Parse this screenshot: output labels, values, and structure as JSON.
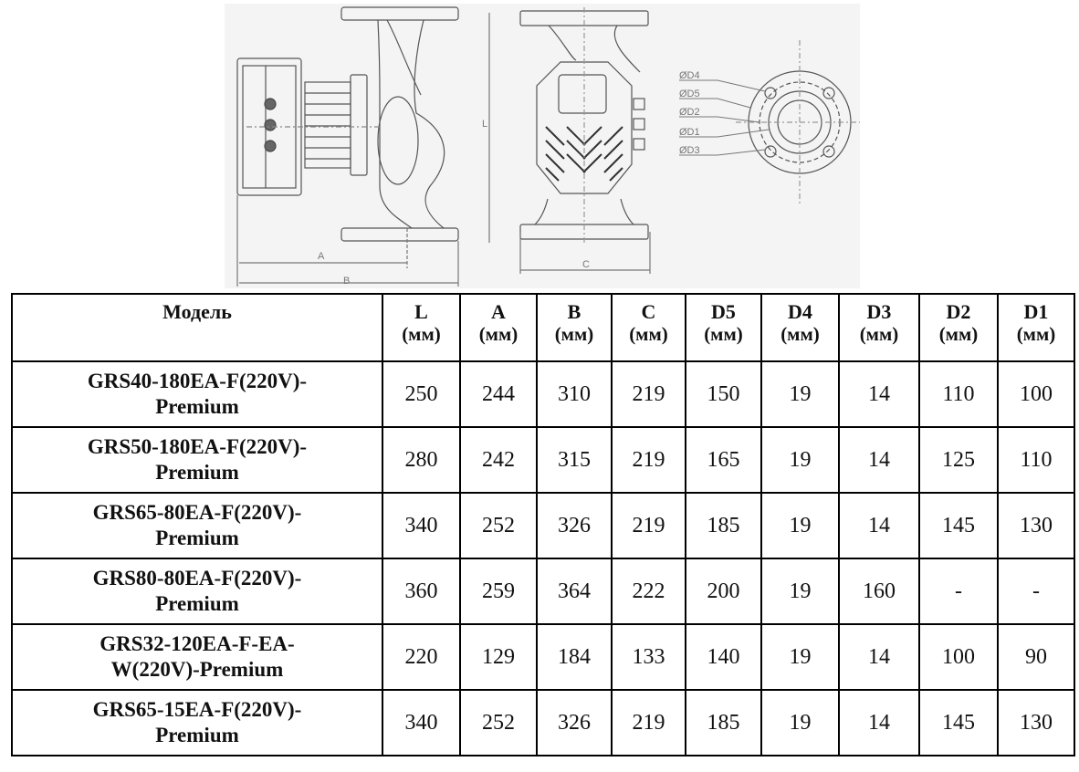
{
  "drawing": {
    "side_view_labels": {
      "a": "A",
      "b": "B",
      "l": "L"
    },
    "front_view_labels": {
      "c": "C"
    },
    "flange_labels": [
      "ØD4",
      "ØD5",
      "ØD2",
      "ØD1",
      "ØD3"
    ]
  },
  "table": {
    "headers": [
      {
        "label": "Модель",
        "unit": ""
      },
      {
        "label": "L",
        "unit": "(мм)"
      },
      {
        "label": "A",
        "unit": "(мм)"
      },
      {
        "label": "B",
        "unit": "(мм)"
      },
      {
        "label": "C",
        "unit": "(мм)"
      },
      {
        "label": "D5",
        "unit": "(мм)"
      },
      {
        "label": "D4",
        "unit": "(мм)"
      },
      {
        "label": "D3",
        "unit": "(мм)"
      },
      {
        "label": "D2",
        "unit": "(мм)"
      },
      {
        "label": "D1",
        "unit": "(мм)"
      }
    ],
    "rows": [
      {
        "model_line1": "GRS40-180EA-F(220V)-",
        "model_line2": "Premium",
        "L": "250",
        "A": "244",
        "B": "310",
        "C": "219",
        "D5": "150",
        "D4": "19",
        "D3": "14",
        "D2": "110",
        "D1": "100"
      },
      {
        "model_line1": "GRS50-180EA-F(220V)-",
        "model_line2": "Premium",
        "L": "280",
        "A": "242",
        "B": "315",
        "C": "219",
        "D5": "165",
        "D4": "19",
        "D3": "14",
        "D2": "125",
        "D1": "110"
      },
      {
        "model_line1": "GRS65-80EA-F(220V)-",
        "model_line2": "Premium",
        "L": "340",
        "A": "252",
        "B": "326",
        "C": "219",
        "D5": "185",
        "D4": "19",
        "D3": "14",
        "D2": "145",
        "D1": "130"
      },
      {
        "model_line1": "GRS80-80EA-F(220V)-",
        "model_line2": "Premium",
        "L": "360",
        "A": "259",
        "B": "364",
        "C": "222",
        "D5": "200",
        "D4": "19",
        "D3": "160",
        "D2": "-",
        "D1": "-"
      },
      {
        "model_line1": "GRS32-120EA-F-EA-",
        "model_line2": "W(220V)-Premium",
        "L": "220",
        "A": "129",
        "B": "184",
        "C": "133",
        "D5": "140",
        "D4": "19",
        "D3": "14",
        "D2": "100",
        "D1": "90"
      },
      {
        "model_line1": "GRS65-15EA-F(220V)-",
        "model_line2": "Premium",
        "L": "340",
        "A": "252",
        "B": "326",
        "C": "219",
        "D5": "185",
        "D4": "19",
        "D3": "14",
        "D2": "145",
        "D1": "130"
      }
    ]
  }
}
